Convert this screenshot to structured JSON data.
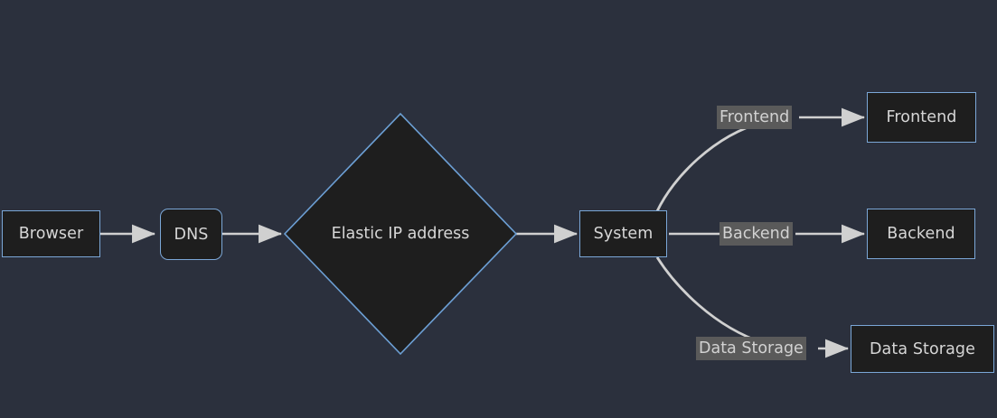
{
  "diagram": {
    "type": "flowchart",
    "direction": "left-to-right",
    "background_color": "#2b303d",
    "node_fill_color": "#1e1e1e",
    "node_border_color": "#7ba7d7",
    "text_color": "#d6d6d6",
    "edge_color": "#d0d0d0",
    "edge_label_background": "#5a5a5a",
    "nodes": [
      {
        "id": "browser",
        "label": "Browser",
        "shape": "rectangle"
      },
      {
        "id": "dns",
        "label": "DNS",
        "shape": "rounded-rectangle"
      },
      {
        "id": "elastic_ip",
        "label": "Elastic IP address",
        "shape": "diamond"
      },
      {
        "id": "system",
        "label": "System",
        "shape": "rectangle"
      },
      {
        "id": "frontend",
        "label": "Frontend",
        "shape": "rectangle"
      },
      {
        "id": "backend",
        "label": "Backend",
        "shape": "rectangle"
      },
      {
        "id": "data_storage",
        "label": "Data Storage",
        "shape": "rectangle"
      }
    ],
    "edges": [
      {
        "from": "browser",
        "to": "dns",
        "label": ""
      },
      {
        "from": "dns",
        "to": "elastic_ip",
        "label": ""
      },
      {
        "from": "elastic_ip",
        "to": "system",
        "label": ""
      },
      {
        "from": "system",
        "to": "frontend",
        "label": "Frontend"
      },
      {
        "from": "system",
        "to": "backend",
        "label": "Backend"
      },
      {
        "from": "system",
        "to": "data_storage",
        "label": "Data Storage"
      }
    ]
  }
}
